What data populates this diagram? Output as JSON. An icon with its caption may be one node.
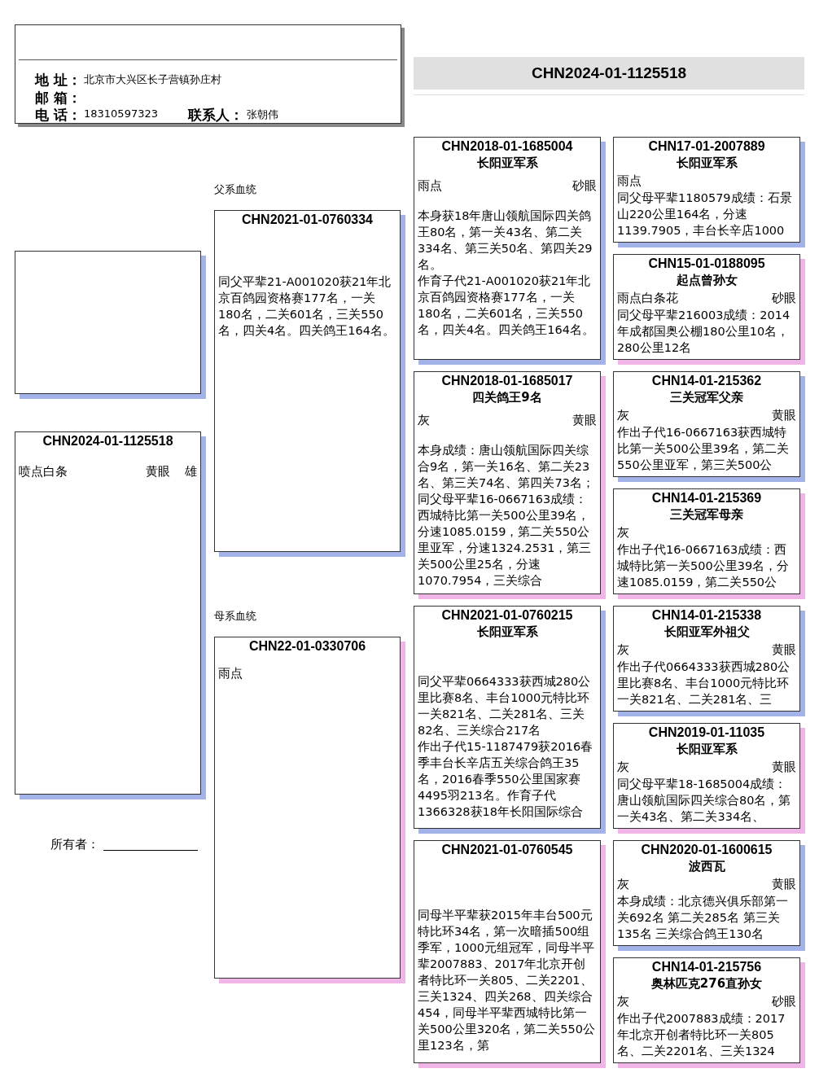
{
  "diagram": {
    "nodes": [
      {
        "text": [
          "地 址：",
          "北京市大兴区长子营镇孙庄村",
          "邮 箱：",
          "电 话：",
          "18310597323",
          "联系人：",
          "张朝伟"
        ]
      },
      {
        "text": [
          "CHN2024-01-1125518"
        ]
      },
      {
        "text": [],
        "shape": "box"
      },
      {
        "text": [
          "CHN2024-01-1125518",
          "喷点白条",
          "黄眼",
          "雄"
        ]
      },
      {
        "text": [
          "CHN2021-01-0760334",
          "同父平辈21-A001020获21年北京百鸽园资格赛177名，一关180名，二关601名，三关550名，四关4名。四关鸽王164名。"
        ],
        "beside": [
          "父系血统"
        ]
      },
      {
        "text": [
          "CHN22-01-0330706",
          "雨点"
        ],
        "beside": [
          "母系血统"
        ]
      },
      {
        "text": [
          "CHN2018-01-1685004",
          "长阳亚军系",
          "雨点",
          "砂眼",
          "本身获18年唐山领航国际四关鸽王80名，第一关43名、第二关334名、第三关50名、第四关29名。",
          "作育子代21-A001020获21年北京百鸽园资格赛177名，一关180名，二关601名，三关550名，四关4名。四关鸽王164名。"
        ]
      },
      {
        "text": [
          "CHN2018-01-1685017",
          "四关鸽王9名",
          "灰",
          "黄眼",
          "本身成绩：唐山领航国际四关综合9名，第一关16名、第二关23名、第三关74名、第四关73名；同父母平辈16-0667163成绩：西城特比第一关500公里39名，分速1085.0159，第二关550公里亚军，分速1324.2531，第三关500公里25名，分速1070.7954，三关综合"
        ]
      },
      {
        "text": [
          "CHN2021-01-0760215",
          "长阳亚军系",
          "同父平辈0664333获西城280公里比赛8名、丰台1000元特比环一关821名、二关281名、三关82名、三关综合217名",
          "作出子代15-1187479获2016春季丰台长辛店五关综合鸽王35名，2016春季550公里国家赛4495羽213名。作育子代1366328获18年长阳国际综合"
        ]
      },
      {
        "text": [
          "CHN2021-01-0760545",
          "同母半平辈获2015年丰台500元特比环34名，第一次暗插500组季军，1000元组冠军，同母半平辈2007883、2017年北京开创者特比环一关805、二关2201、三关1324、四关268、四关综合454，同母半平辈西城特比第一关500公里320名，第二关550公里123名，第"
        ]
      },
      {
        "text": [
          "CHN17-01-2007889",
          "长阳亚军系",
          "雨点",
          "同父母平辈1180579成绩：石景山220公里164名，分速1139.7905，丰台长辛店1000"
        ]
      },
      {
        "text": [
          "CHN15-01-0188095",
          "起点曾孙女",
          "雨点白条花",
          "砂眼",
          "同父母平辈216003成绩：2014年成都国奥公棚180公里10名，280公里12名"
        ]
      },
      {
        "text": [
          "CHN14-01-215362",
          "三关冠军父亲",
          "灰",
          "黄眼",
          "作出子代16-0667163获西城特比第一关500公里39名，第二关550公里亚军，第三关500公"
        ]
      },
      {
        "text": [
          "CHN14-01-215369",
          "三关冠军母亲",
          "灰",
          "作出子代16-0667163成绩：西城特比第一关500公里39名，分速1085.0159，第二关550公"
        ]
      },
      {
        "text": [
          "CHN14-01-215338",
          "长阳亚军外祖父",
          "灰",
          "黄眼",
          "作出子代0664333获西城280公里比赛8名、丰台1000元特比环一关821名、二关281名、三"
        ]
      },
      {
        "text": [
          "CHN2019-01-11035",
          "长阳亚军系",
          "灰",
          "黄眼",
          "同父母平辈18-1685004成绩：唐山领航国际四关综合80名，第一关43名、第二关334名、"
        ]
      },
      {
        "text": [
          "CHN2020-01-1600615",
          "波西瓦",
          "灰",
          "黄眼",
          "本身成绩：北京德兴俱乐部第一关692名 第二关285名 第三关135名 三关综合鸽王130名"
        ]
      },
      {
        "text": [
          "CHN14-01-215756",
          "奥林匹克276直孙女",
          "灰",
          "砂眼",
          "作出子代2007883成绩：2017年北京开创者特比环一关805名、二关2201名、三关1324"
        ]
      }
    ],
    "labels": [
      "所有者："
    ]
  }
}
